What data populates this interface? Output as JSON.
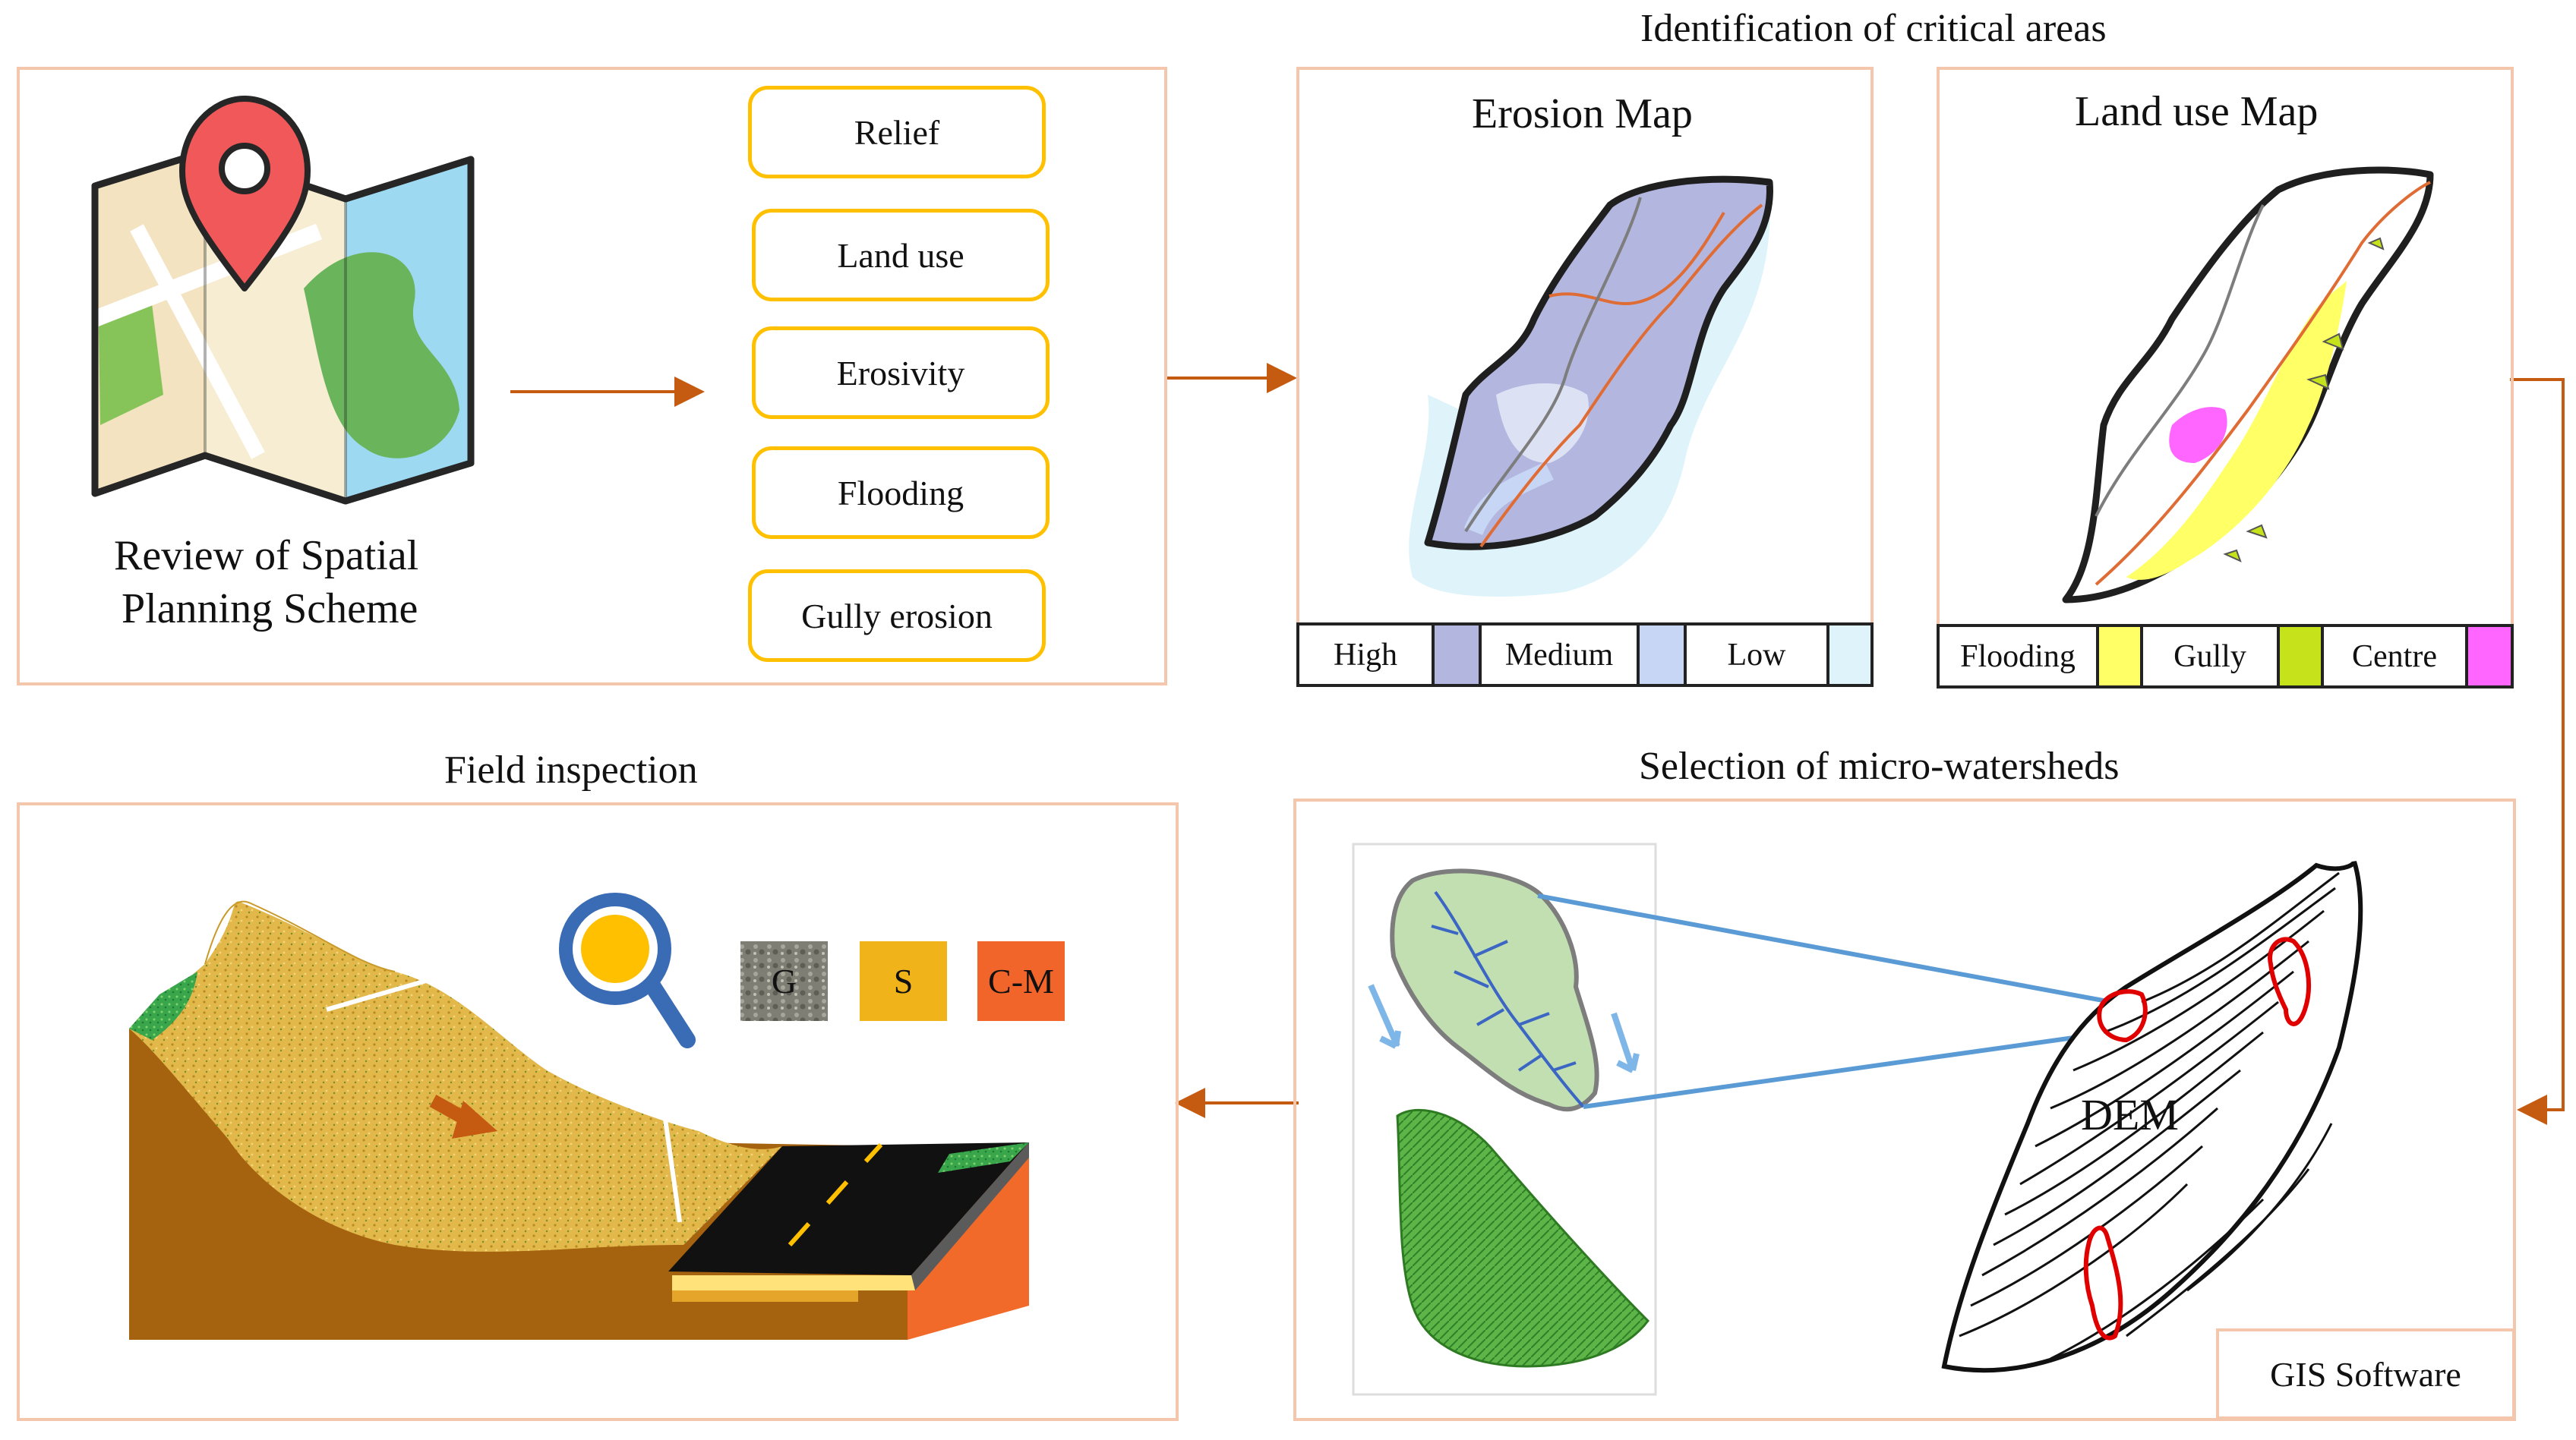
{
  "review": {
    "title_line1": "Review of Spatial",
    "title_line2": "Planning Scheme"
  },
  "factors": [
    "Relief",
    "Land use",
    "Erosivity",
    "Flooding",
    "Gully erosion"
  ],
  "critical": {
    "heading": "Identification of critical areas",
    "erosion_map": {
      "title": "Erosion Map",
      "legend": [
        {
          "label": "High",
          "color": "#b3b7df"
        },
        {
          "label": "Medium",
          "color": "#c6d6f4"
        },
        {
          "label": "Low",
          "color": "#dff4fa"
        }
      ]
    },
    "landuse_map": {
      "title": "Land use Map",
      "legend": [
        {
          "label": "Flooding",
          "color": "#ffff66"
        },
        {
          "label": "Gully",
          "color": "#c5e21a"
        },
        {
          "label": "Centre",
          "color": "#ff66ff"
        }
      ]
    }
  },
  "watersheds": {
    "heading": "Selection of micro-watersheds",
    "dem_label": "DEM",
    "software_label": "GIS Software"
  },
  "field": {
    "heading": "Field inspection",
    "soil_types": [
      {
        "label": "G",
        "color": "#8a8a80"
      },
      {
        "label": "S",
        "color": "#f0b31a"
      },
      {
        "label": "C-M",
        "color": "#f2652a"
      }
    ]
  },
  "colors": {
    "panel_border": "#f4c7ad",
    "arrow": "#c55a11",
    "pill_border": "#ffc000"
  }
}
